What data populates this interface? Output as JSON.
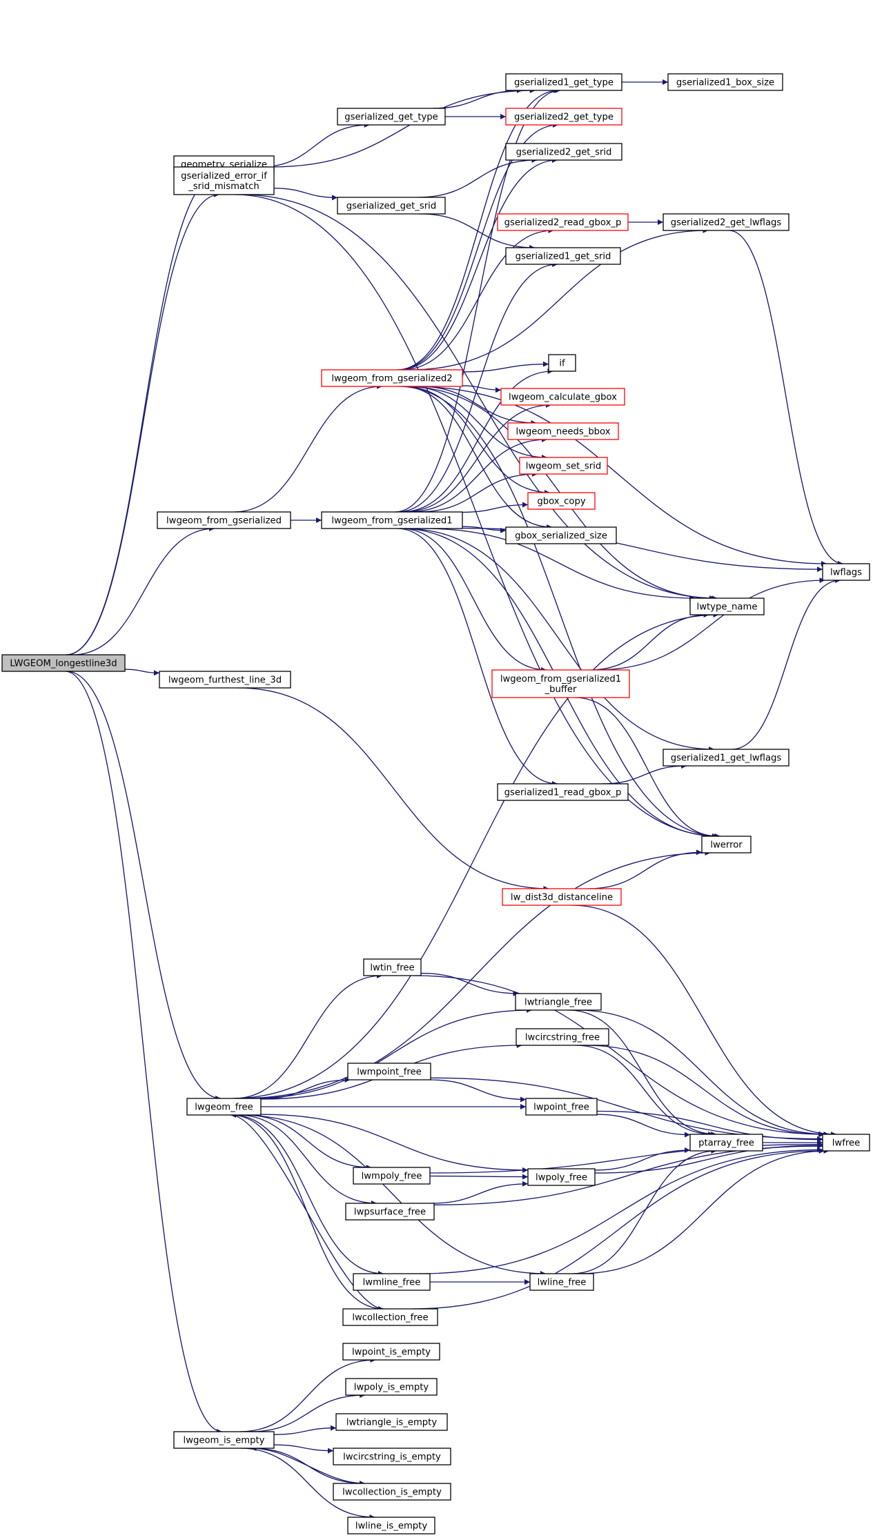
{
  "nodes": [
    {
      "id": "root",
      "lines": [
        "LWGEOM_longestline3d"
      ],
      "style": "root"
    },
    {
      "id": "geometry_serialize",
      "lines": [
        "geometry_serialize"
      ],
      "style": "normal"
    },
    {
      "id": "gserialized_error_if_srid_mismatch",
      "lines": [
        "gserialized_error_if",
        "_srid_mismatch"
      ],
      "style": "normal"
    },
    {
      "id": "gserialized_get_type",
      "lines": [
        "gserialized_get_type"
      ],
      "style": "normal"
    },
    {
      "id": "gserialized_get_srid",
      "lines": [
        "gserialized_get_srid"
      ],
      "style": "normal"
    },
    {
      "id": "gserialized1_get_type",
      "lines": [
        "gserialized1_get_type"
      ],
      "style": "normal"
    },
    {
      "id": "gserialized1_box_size",
      "lines": [
        "gserialized1_box_size"
      ],
      "style": "normal"
    },
    {
      "id": "gserialized2_get_type",
      "lines": [
        "gserialized2_get_type"
      ],
      "style": "red"
    },
    {
      "id": "gserialized2_get_srid",
      "lines": [
        "gserialized2_get_srid"
      ],
      "style": "normal"
    },
    {
      "id": "gserialized2_read_gbox_p",
      "lines": [
        "gserialized2_read_gbox_p"
      ],
      "style": "red"
    },
    {
      "id": "gserialized2_get_lwflags",
      "lines": [
        "gserialized2_get_lwflags"
      ],
      "style": "normal"
    },
    {
      "id": "gserialized1_get_srid",
      "lines": [
        "gserialized1_get_srid"
      ],
      "style": "normal"
    },
    {
      "id": "lwgeom_from_gserialized2",
      "lines": [
        "lwgeom_from_gserialized2"
      ],
      "style": "red"
    },
    {
      "id": "if",
      "lines": [
        "if"
      ],
      "style": "normal"
    },
    {
      "id": "lwgeom_calculate_gbox",
      "lines": [
        "lwgeom_calculate_gbox"
      ],
      "style": "red"
    },
    {
      "id": "lwgeom_needs_bbox",
      "lines": [
        "lwgeom_needs_bbox"
      ],
      "style": "red"
    },
    {
      "id": "lwgeom_set_srid",
      "lines": [
        "lwgeom_set_srid"
      ],
      "style": "red"
    },
    {
      "id": "gbox_copy",
      "lines": [
        "gbox_copy"
      ],
      "style": "red"
    },
    {
      "id": "gbox_serialized_size",
      "lines": [
        "gbox_serialized_size"
      ],
      "style": "normal"
    },
    {
      "id": "lwgeom_from_gserialized",
      "lines": [
        "lwgeom_from_gserialized"
      ],
      "style": "normal"
    },
    {
      "id": "lwgeom_from_gserialized1",
      "lines": [
        "lwgeom_from_gserialized1"
      ],
      "style": "normal"
    },
    {
      "id": "lwflags",
      "lines": [
        "lwflags"
      ],
      "style": "normal"
    },
    {
      "id": "lwtype_name",
      "lines": [
        "lwtype_name"
      ],
      "style": "normal"
    },
    {
      "id": "lwgeom_from_gserialized1_buffer",
      "lines": [
        "lwgeom_from_gserialized1",
        "_buffer"
      ],
      "style": "red"
    },
    {
      "id": "lwgeom_furthest_line_3d",
      "lines": [
        "lwgeom_furthest_line_3d"
      ],
      "style": "normal"
    },
    {
      "id": "gserialized1_get_lwflags",
      "lines": [
        "gserialized1_get_lwflags"
      ],
      "style": "normal"
    },
    {
      "id": "gserialized1_read_gbox_p",
      "lines": [
        "gserialized1_read_gbox_p"
      ],
      "style": "normal"
    },
    {
      "id": "lwerror",
      "lines": [
        "lwerror"
      ],
      "style": "normal"
    },
    {
      "id": "lw_dist3d_distanceline",
      "lines": [
        "lw_dist3d_distanceline"
      ],
      "style": "red"
    },
    {
      "id": "lwtin_free",
      "lines": [
        "lwtin_free"
      ],
      "style": "normal"
    },
    {
      "id": "lwtriangle_free",
      "lines": [
        "lwtriangle_free"
      ],
      "style": "normal"
    },
    {
      "id": "lwcircstring_free",
      "lines": [
        "lwcircstring_free"
      ],
      "style": "normal"
    },
    {
      "id": "lwmpoint_free",
      "lines": [
        "lwmpoint_free"
      ],
      "style": "normal"
    },
    {
      "id": "lwgeom_free",
      "lines": [
        "lwgeom_free"
      ],
      "style": "normal"
    },
    {
      "id": "lwpoint_free",
      "lines": [
        "lwpoint_free"
      ],
      "style": "normal"
    },
    {
      "id": "ptarray_free",
      "lines": [
        "ptarray_free"
      ],
      "style": "normal"
    },
    {
      "id": "lwfree",
      "lines": [
        "lwfree"
      ],
      "style": "normal"
    },
    {
      "id": "lwmpoly_free",
      "lines": [
        "lwmpoly_free"
      ],
      "style": "normal"
    },
    {
      "id": "lwpoly_free",
      "lines": [
        "lwpoly_free"
      ],
      "style": "normal"
    },
    {
      "id": "lwpsurface_free",
      "lines": [
        "lwpsurface_free"
      ],
      "style": "normal"
    },
    {
      "id": "lwmline_free",
      "lines": [
        "lwmline_free"
      ],
      "style": "normal"
    },
    {
      "id": "lwline_free",
      "lines": [
        "lwline_free"
      ],
      "style": "normal"
    },
    {
      "id": "lwcollection_free",
      "lines": [
        "lwcollection_free"
      ],
      "style": "normal"
    },
    {
      "id": "lwpoint_is_empty",
      "lines": [
        "lwpoint_is_empty"
      ],
      "style": "normal"
    },
    {
      "id": "lwpoly_is_empty",
      "lines": [
        "lwpoly_is_empty"
      ],
      "style": "normal"
    },
    {
      "id": "lwtriangle_is_empty",
      "lines": [
        "lwtriangle_is_empty"
      ],
      "style": "normal"
    },
    {
      "id": "lwgeom_is_empty",
      "lines": [
        "lwgeom_is_empty"
      ],
      "style": "normal"
    },
    {
      "id": "lwcircstring_is_empty",
      "lines": [
        "lwcircstring_is_empty"
      ],
      "style": "normal"
    },
    {
      "id": "lwcollection_is_empty",
      "lines": [
        "lwcollection_is_empty"
      ],
      "style": "normal"
    },
    {
      "id": "lwline_is_empty",
      "lines": [
        "lwline_is_empty"
      ],
      "style": "normal"
    }
  ],
  "edges": [
    [
      "root",
      "geometry_serialize"
    ],
    [
      "root",
      "gserialized_error_if_srid_mismatch"
    ],
    [
      "root",
      "lwgeom_from_gserialized"
    ],
    [
      "root",
      "lwgeom_furthest_line_3d"
    ],
    [
      "root",
      "lwgeom_free"
    ],
    [
      "root",
      "lwgeom_is_empty"
    ],
    [
      "gserialized_error_if_srid_mismatch",
      "gserialized_get_type"
    ],
    [
      "gserialized_error_if_srid_mismatch",
      "gserialized_get_srid"
    ],
    [
      "gserialized_error_if_srid_mismatch",
      "gserialized1_get_type"
    ],
    [
      "gserialized_error_if_srid_mismatch",
      "lwtype_name"
    ],
    [
      "gserialized_error_if_srid_mismatch",
      "lwerror"
    ],
    [
      "gserialized_get_type",
      "gserialized1_get_type"
    ],
    [
      "gserialized_get_type",
      "gserialized2_get_type"
    ],
    [
      "gserialized_get_srid",
      "gserialized2_get_srid"
    ],
    [
      "gserialized_get_srid",
      "gserialized1_get_srid"
    ],
    [
      "gserialized1_get_type",
      "gserialized1_box_size"
    ],
    [
      "gserialized2_read_gbox_p",
      "gserialized2_get_lwflags"
    ],
    [
      "gserialized2_get_lwflags",
      "lwflags"
    ],
    [
      "lwgeom_from_gserialized",
      "lwgeom_from_gserialized2"
    ],
    [
      "lwgeom_from_gserialized",
      "lwgeom_from_gserialized1"
    ],
    [
      "lwgeom_from_gserialized2",
      "gserialized1_get_type"
    ],
    [
      "lwgeom_from_gserialized2",
      "gserialized2_get_type"
    ],
    [
      "lwgeom_from_gserialized2",
      "gserialized2_get_srid"
    ],
    [
      "lwgeom_from_gserialized2",
      "gserialized2_read_gbox_p"
    ],
    [
      "lwgeom_from_gserialized2",
      "gserialized2_get_lwflags"
    ],
    [
      "lwgeom_from_gserialized2",
      "if"
    ],
    [
      "lwgeom_from_gserialized2",
      "lwgeom_calculate_gbox"
    ],
    [
      "lwgeom_from_gserialized2",
      "lwgeom_needs_bbox"
    ],
    [
      "lwgeom_from_gserialized2",
      "lwgeom_set_srid"
    ],
    [
      "lwgeom_from_gserialized2",
      "gbox_copy"
    ],
    [
      "lwgeom_from_gserialized2",
      "gbox_serialized_size"
    ],
    [
      "lwgeom_from_gserialized2",
      "lwflags"
    ],
    [
      "lwgeom_from_gserialized2",
      "lwtype_name"
    ],
    [
      "lwgeom_from_gserialized2",
      "lwerror"
    ],
    [
      "lwgeom_from_gserialized1",
      "gserialized1_get_type"
    ],
    [
      "lwgeom_from_gserialized1",
      "gserialized1_get_srid"
    ],
    [
      "lwgeom_from_gserialized1",
      "if"
    ],
    [
      "lwgeom_from_gserialized1",
      "lwgeom_calculate_gbox"
    ],
    [
      "lwgeom_from_gserialized1",
      "lwgeom_needs_bbox"
    ],
    [
      "lwgeom_from_gserialized1",
      "lwgeom_set_srid"
    ],
    [
      "lwgeom_from_gserialized1",
      "gbox_copy"
    ],
    [
      "lwgeom_from_gserialized1",
      "gbox_serialized_size"
    ],
    [
      "lwgeom_from_gserialized1",
      "lwflags"
    ],
    [
      "lwgeom_from_gserialized1",
      "lwtype_name"
    ],
    [
      "lwgeom_from_gserialized1",
      "lwgeom_from_gserialized1_buffer"
    ],
    [
      "lwgeom_from_gserialized1",
      "gserialized1_get_lwflags"
    ],
    [
      "lwgeom_from_gserialized1",
      "gserialized1_read_gbox_p"
    ],
    [
      "lwgeom_from_gserialized1",
      "lwerror"
    ],
    [
      "lwgeom_from_gserialized1_buffer",
      "lwtype_name"
    ],
    [
      "lwgeom_from_gserialized1_buffer",
      "lwflags"
    ],
    [
      "lwgeom_from_gserialized1_buffer",
      "lwerror"
    ],
    [
      "gserialized1_read_gbox_p",
      "gserialized1_get_lwflags"
    ],
    [
      "gserialized1_get_lwflags",
      "lwflags"
    ],
    [
      "lwgeom_furthest_line_3d",
      "lw_dist3d_distanceline"
    ],
    [
      "lw_dist3d_distanceline",
      "lwerror"
    ],
    [
      "lw_dist3d_distanceline",
      "lwfree"
    ],
    [
      "lwgeom_free",
      "lwtype_name"
    ],
    [
      "lwgeom_free",
      "lwerror"
    ],
    [
      "lwgeom_free",
      "lwtin_free"
    ],
    [
      "lwgeom_free",
      "lwtriangle_free"
    ],
    [
      "lwgeom_free",
      "lwcircstring_free"
    ],
    [
      "lwgeom_free",
      "lwmpoint_free"
    ],
    [
      "lwgeom_free",
      "lwpoint_free"
    ],
    [
      "lwgeom_free",
      "lwpoly_free"
    ],
    [
      "lwgeom_free",
      "lwmpoly_free"
    ],
    [
      "lwgeom_free",
      "lwpsurface_free"
    ],
    [
      "lwgeom_free",
      "lwline_free"
    ],
    [
      "lwgeom_free",
      "lwmline_free"
    ],
    [
      "lwgeom_free",
      "lwcollection_free"
    ],
    [
      "lwtin_free",
      "lwtriangle_free"
    ],
    [
      "lwtin_free",
      "lwfree"
    ],
    [
      "lwtriangle_free",
      "ptarray_free"
    ],
    [
      "lwtriangle_free",
      "lwfree"
    ],
    [
      "lwcircstring_free",
      "ptarray_free"
    ],
    [
      "lwcircstring_free",
      "lwfree"
    ],
    [
      "lwmpoint_free",
      "lwpoint_free"
    ],
    [
      "lwmpoint_free",
      "lwfree"
    ],
    [
      "lwpoint_free",
      "ptarray_free"
    ],
    [
      "lwpoint_free",
      "lwfree"
    ],
    [
      "ptarray_free",
      "lwfree"
    ],
    [
      "lwmpoly_free",
      "lwpoly_free"
    ],
    [
      "lwmpoly_free",
      "lwfree"
    ],
    [
      "lwpoly_free",
      "ptarray_free"
    ],
    [
      "lwpoly_free",
      "lwfree"
    ],
    [
      "lwpsurface_free",
      "lwpoly_free"
    ],
    [
      "lwpsurface_free",
      "lwfree"
    ],
    [
      "lwmline_free",
      "lwline_free"
    ],
    [
      "lwmline_free",
      "lwfree"
    ],
    [
      "lwline_free",
      "ptarray_free"
    ],
    [
      "lwline_free",
      "lwfree"
    ],
    [
      "lwcollection_free",
      "lwgeom_free"
    ],
    [
      "lwcollection_free",
      "lwfree"
    ],
    [
      "lwgeom_is_empty",
      "lwpoint_is_empty"
    ],
    [
      "lwgeom_is_empty",
      "lwpoly_is_empty"
    ],
    [
      "lwgeom_is_empty",
      "lwtriangle_is_empty"
    ],
    [
      "lwgeom_is_empty",
      "lwcircstring_is_empty"
    ],
    [
      "lwgeom_is_empty",
      "lwcollection_is_empty"
    ],
    [
      "lwgeom_is_empty",
      "lwline_is_empty"
    ],
    [
      "lwcollection_is_empty",
      "lwgeom_is_empty"
    ]
  ],
  "colors": {
    "edge": "#191970",
    "node_border": "#000000",
    "highlight_border": "#ff0000",
    "root_fill": "#bfbfbf"
  }
}
